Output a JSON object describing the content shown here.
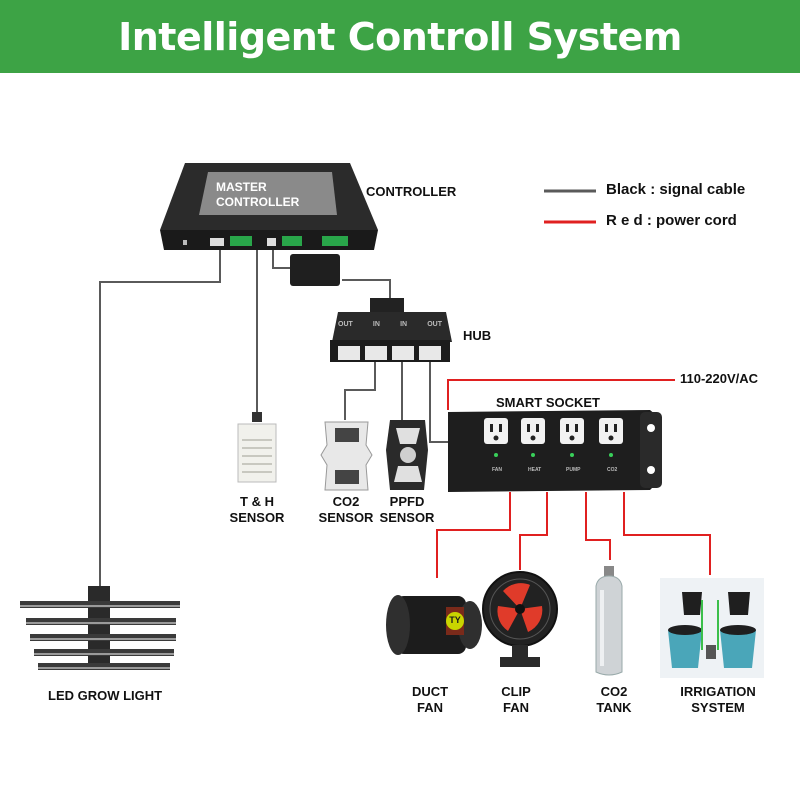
{
  "header": {
    "title": "Intelligent Controll System"
  },
  "legend": [
    {
      "label": "Black : signal cable",
      "color": "#5a5a5a"
    },
    {
      "label": "R e d : power cord",
      "color": "#e02020"
    }
  ],
  "controller": {
    "screen_lines": [
      "MASTER",
      "CONTROLLER"
    ],
    "label": "CONTROLLER"
  },
  "hub": {
    "label": "HUB",
    "port_labels": [
      "OUT",
      "IN",
      "IN",
      "OUT"
    ]
  },
  "power": {
    "label": "110-220V/AC"
  },
  "socket": {
    "label": "SMART SOCKET",
    "outlet_labels": [
      "FAN",
      "HEAT",
      "PUMP",
      "CO2"
    ]
  },
  "sensors": [
    {
      "lines": [
        "T & H",
        "SENSOR"
      ]
    },
    {
      "lines": [
        "CO2",
        "SENSOR"
      ]
    },
    {
      "lines": [
        "PPFD",
        "SENSOR"
      ]
    }
  ],
  "devices": [
    {
      "lines": [
        "DUCT",
        "FAN"
      ]
    },
    {
      "lines": [
        "CLIP",
        "FAN"
      ]
    },
    {
      "lines": [
        "CO2",
        "TANK"
      ]
    },
    {
      "lines": [
        "IRRIGATION",
        "SYSTEM"
      ]
    }
  ],
  "light": {
    "label": "LED GROW LIGHT",
    "brand_mark": "TY"
  }
}
